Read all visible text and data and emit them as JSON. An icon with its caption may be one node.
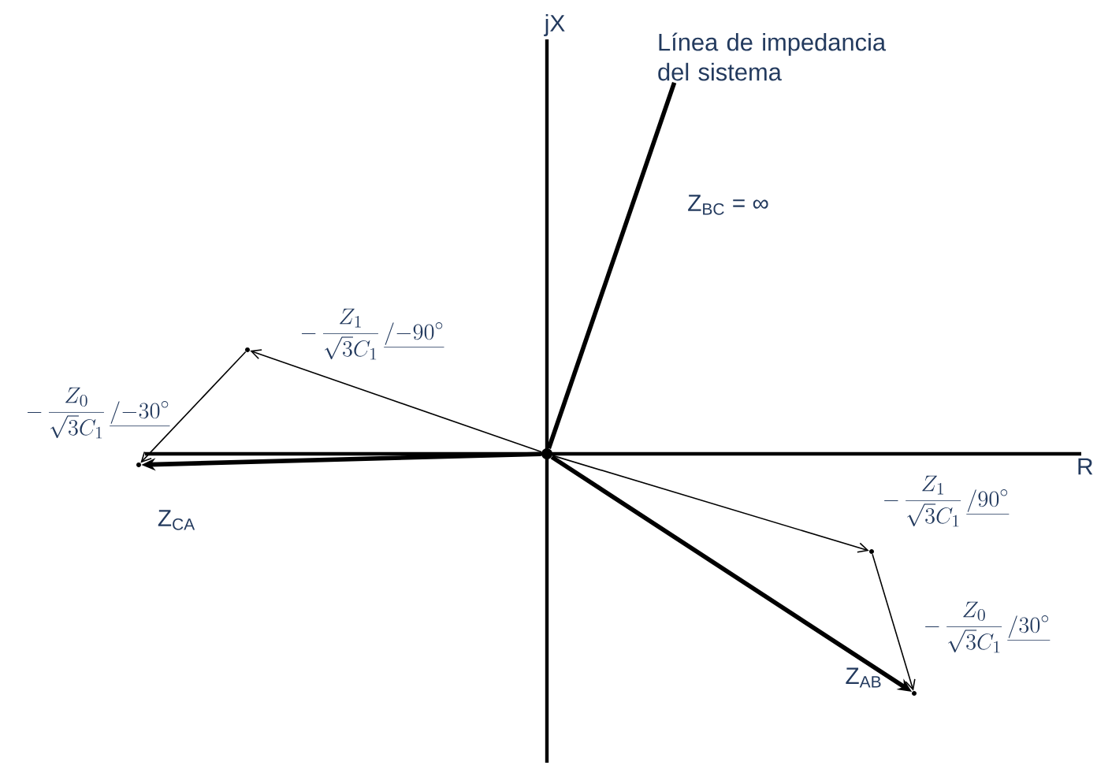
{
  "diagram": {
    "nodes": [
      {
        "text": [],
        "shape": "point"
      },
      {
        "text": [],
        "shape": "point"
      },
      {
        "text": [],
        "shape": "point",
        "beside": [
          "Z$_{CA}$"
        ]
      },
      {
        "text": [],
        "shape": "point"
      },
      {
        "text": [],
        "shape": "point",
        "beside": [
          "Z$_{AB}$"
        ]
      },
      {
        "text": [
          "Línea de impedancia del sistema"
        ]
      }
    ],
    "edges": [
      {
        "from": 0,
        "to": 1,
        "arrow": "to",
        "label": "-\\,\\frac{Z_1}{\\sqrt{3}C_1}\\,\\underline{/{-90^\\circ}}"
      },
      {
        "from": 1,
        "to": 2,
        "arrow": "to",
        "label": "-\\,\\frac{Z_0}{\\sqrt{3}C_1}\\,\\underline{/{-30^\\circ}}"
      },
      {
        "from": 0,
        "to": 2,
        "arrow": "to",
        "style": "thick"
      },
      {
        "from": 0,
        "to": 3,
        "arrow": "to",
        "label": "-\\,\\frac{Z_1}{\\sqrt{3}C_1}\\,\\underline{/90^\\circ}"
      },
      {
        "from": 3,
        "to": 4,
        "arrow": "to",
        "label": "-\\,\\frac{Z_0}{\\sqrt{3}C_1}\\,\\underline{/30^\\circ}"
      },
      {
        "from": 0,
        "to": 4,
        "arrow": "to",
        "style": "thick"
      },
      {
        "from": 0,
        "to": 5,
        "arrow": "none",
        "style": "thick"
      }
    ],
    "labels": [
      "jX",
      "R",
      "Z$_{BC}$ = ∞"
    ]
  }
}
